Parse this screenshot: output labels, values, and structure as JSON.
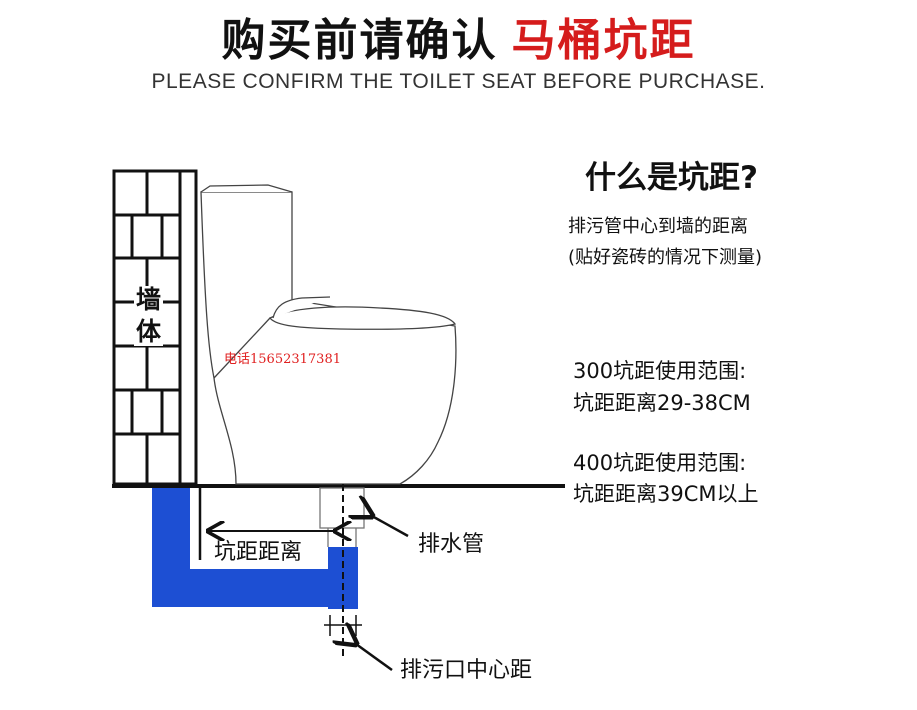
{
  "header": {
    "title_main": "购买前请确认",
    "title_highlight": "马桶坑距",
    "subtitle": "PLEASE CONFIRM THE TOILET SEAT BEFORE PURCHASE."
  },
  "info": {
    "question": "什么是坑距?",
    "definition_line1": "排污管中心到墙的距离",
    "definition_line2": "(贴好瓷砖的情况下测量)",
    "spec300_line1": "300坑距使用范围:",
    "spec300_line2": "坑距距离29-38CM",
    "spec400_line1": "400坑距使用范围:",
    "spec400_line2": "坑距距离39CM以上"
  },
  "diagram": {
    "wall_char1": "墙",
    "wall_char2": "体",
    "watermark_phone": "电话15652317381",
    "label_pit_distance": "坑距距离",
    "label_drain_pipe": "排水管",
    "label_outlet_center": "排污口中心距",
    "colors": {
      "pipe": "#1d4fd3",
      "title_highlight": "#d51c1c",
      "watermark": "#e02020"
    }
  }
}
